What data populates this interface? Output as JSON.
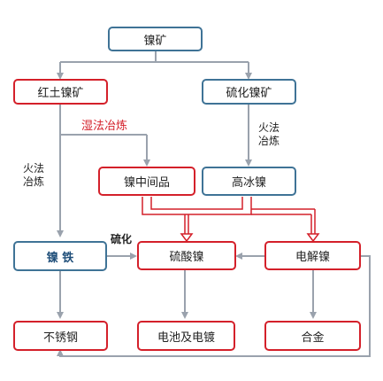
{
  "nodes": {
    "nickel_ore": "镍矿",
    "laterite_ore": "红土镍矿",
    "sulfide_ore": "硫化镍矿",
    "nickel_intermediate": "镍中间品",
    "high_grade_matte": "高冰镍",
    "ferronickel": "镍 铁",
    "nickel_sulfate": "硫酸镍",
    "electrolytic_nickel": "电解镍",
    "stainless_steel": "不锈钢",
    "batteries_plating": "电池及电镀",
    "alloy": "合金"
  },
  "edge_labels": {
    "hydro_metallurgy": "湿法冶炼",
    "pyro_left_1": "火法",
    "pyro_left_2": "冶炼",
    "pyro_right_1": "火法",
    "pyro_right_2": "冶炼",
    "sulfurization": "硫化"
  },
  "colors": {
    "blue_line": "#9aa2ad",
    "blue_border": "#3f7396",
    "red": "#d4202a"
  }
}
